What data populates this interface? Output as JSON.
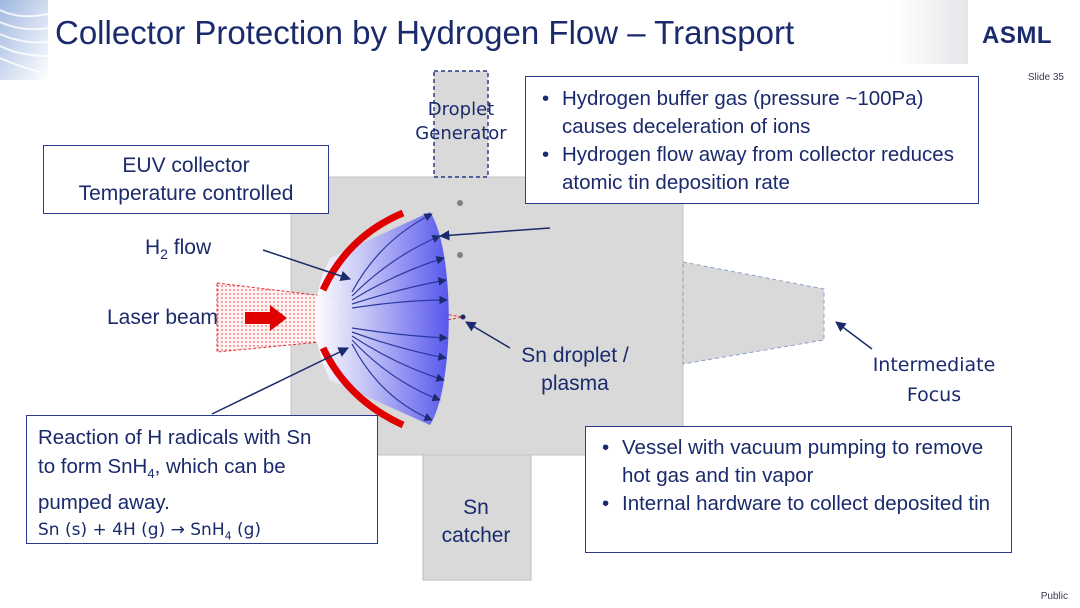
{
  "slide": {
    "title": "Collector Protection by Hydrogen Flow – Transport",
    "logo": "ASML",
    "slide_number": "Slide 35",
    "classification": "Public"
  },
  "boxes": {
    "collector": {
      "line1": "EUV collector",
      "line2": "Temperature controlled"
    },
    "hydrogen_gas": {
      "bullets": [
        "Hydrogen buffer gas (pressure ~100Pa) causes deceleration of ions",
        "Hydrogen flow away from collector reduces atomic tin deposition rate"
      ]
    },
    "reaction": {
      "line1": "Reaction of H radicals with Sn",
      "line2_pre": "to form SnH",
      "line2_sub": "4",
      "line2_post": ", which can be",
      "line3": "pumped away.",
      "equation_pre": "Sn (s) + 4H (g) → SnH",
      "equation_sub": "4",
      "equation_post": " (g)"
    },
    "vessel": {
      "bullets": [
        "Vessel with vacuum pumping to remove hot gas and tin vapor",
        "Internal hardware to collect deposited tin"
      ]
    }
  },
  "labels": {
    "droplet_generator": {
      "line1": "Droplet",
      "line2": "Generator"
    },
    "h2_flow": {
      "pre": "H",
      "sub": "2",
      "post": " flow"
    },
    "laser_beam": "Laser beam",
    "sn_droplet": {
      "line1": "Sn droplet /",
      "line2": "plasma"
    },
    "sn_catcher": {
      "line1": "Sn",
      "line2": "catcher"
    },
    "intermediate_focus": {
      "line1": "Intermediate",
      "line2": "Focus"
    }
  },
  "colors": {
    "text": "#1a2a6c",
    "vessel": "#d9d9d9",
    "collector": "#e00000",
    "plasma": "#5b5bf0",
    "arrow": "#1a2a6c"
  }
}
